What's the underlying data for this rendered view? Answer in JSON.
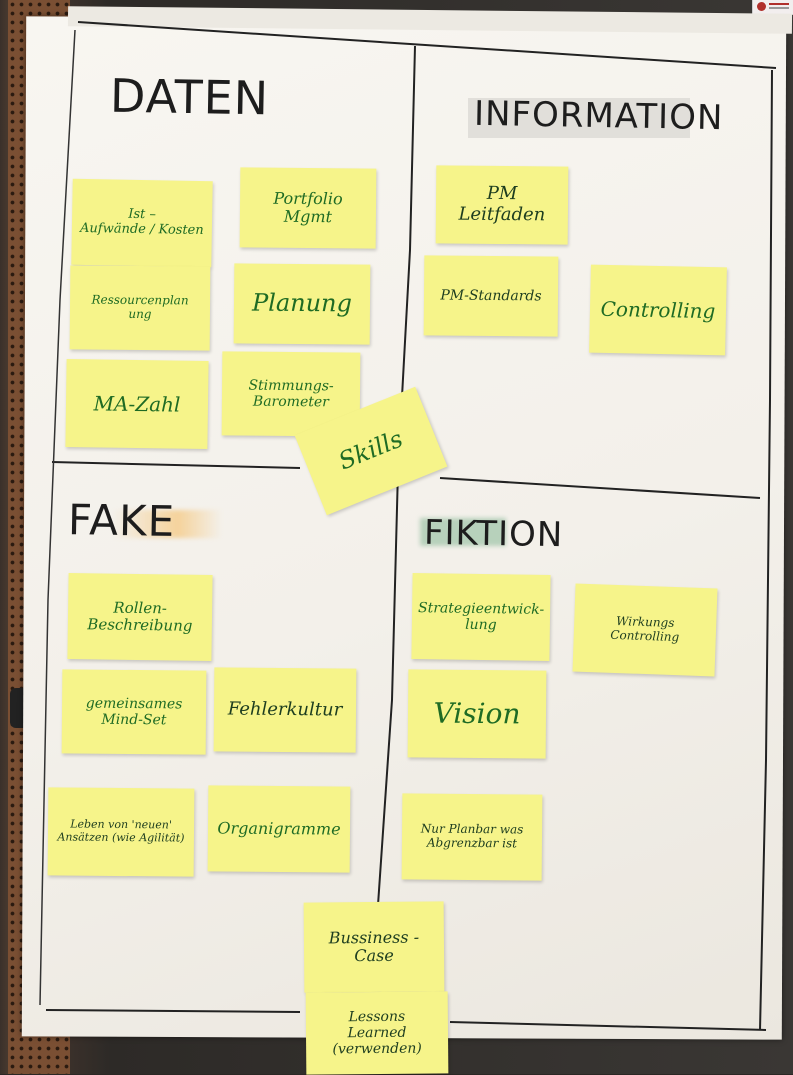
{
  "headings": {
    "daten": "DATEN",
    "information": "INFORMATION",
    "fake": "FAKE",
    "fiktion": "FIKTION"
  },
  "notes": {
    "ist_aufwaende": "Ist –\nAufwände / Kosten",
    "portfolio_mgmt": "Portfolio\nMgmt",
    "ressourcenplanung": "Ressourcenplan\nung",
    "planung": "Planung",
    "ma_zahl": "MA-Zahl",
    "stimmungsbarometer": "Stimmungs-\nBarometer",
    "skills": "Skills",
    "pm_leitfaden": "PM\nLeitfaden",
    "pm_standards": "PM-Standards",
    "controlling": "Controlling",
    "rollenbeschreibung": "Rollen-\nBeschreibung",
    "gemeinsames_mindset": "gemeinsames\nMind-Set",
    "fehlerkultur": "Fehlerkultur",
    "leben_neuer_ansaetze": "Leben von 'neuen'\nAnsätzen (wie Agilität)",
    "organigramme": "Organigramme",
    "strategieentwicklung": "Strategieentwick-\nlung",
    "wirkungscontrolling": "Wirkungs\nControlling",
    "vision": "Vision",
    "nur_planbar": "Nur Planbar was\nAbgrenzbar ist",
    "business_case": "Bussiness -\nCase",
    "lessons_learned": "Lessons\nLearned\n(verwenden)"
  },
  "colors": {
    "note_yellow": "#f6f48a",
    "ink_green": "#1f6b24",
    "ink_black": "#1d1d1d",
    "paper": "#f4f1eb"
  }
}
